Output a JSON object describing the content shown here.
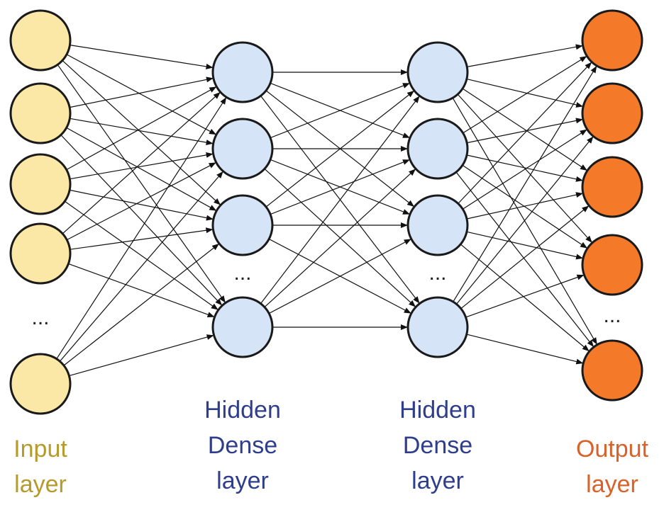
{
  "colors": {
    "input_fill": "#FBE7A6",
    "hidden_fill": "#D6E4F7",
    "output_fill": "#F47A2A",
    "input_text": "#B79A2C",
    "hidden_text": "#2E3E8C",
    "output_text": "#D9622A",
    "edge": "#111111",
    "node_stroke": "#1a1a1a"
  },
  "ellipsis": "...",
  "layers": [
    {
      "id": "input",
      "label_lines": [
        "Input",
        "layer"
      ],
      "visible_nodes": 5,
      "has_ellipsis": true,
      "fill_key": "input_fill",
      "text_key": "input_text"
    },
    {
      "id": "hidden1",
      "label_lines": [
        "Hidden",
        "Dense",
        "layer"
      ],
      "visible_nodes": 4,
      "has_ellipsis": true,
      "fill_key": "hidden_fill",
      "text_key": "hidden_text"
    },
    {
      "id": "hidden2",
      "label_lines": [
        "Hidden",
        "Dense",
        "layer"
      ],
      "visible_nodes": 4,
      "has_ellipsis": true,
      "fill_key": "hidden_fill",
      "text_key": "hidden_text"
    },
    {
      "id": "output",
      "label_lines": [
        "Output",
        "layer"
      ],
      "visible_nodes": 5,
      "has_ellipsis": true,
      "fill_key": "output_fill",
      "text_key": "output_text"
    }
  ],
  "connectivity": "fully-connected"
}
